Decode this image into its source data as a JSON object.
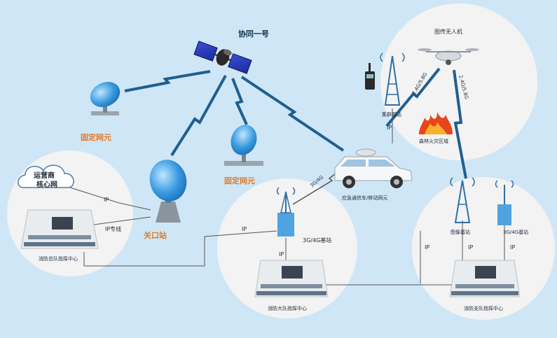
{
  "labels": {
    "satellite": "协同一号",
    "fixed_node_left": "固定网元",
    "fixed_node_mid": "固定网元",
    "gateway_station": "关口站",
    "cloud_line1": "运营商",
    "cloud_line2": "核心网",
    "ip_cloud": "IP",
    "ip_dedicated": "IP专线",
    "hq_center": "消防总队指挥中心",
    "drone": "图传无人机",
    "cluster_station": "集群基站",
    "band_drone_left": "2.4G/5.8G",
    "band_drone_right": "2.4G/5.8G",
    "ip_cluster": "IP",
    "fire_area": "森林火灾区域",
    "vehicle": "应急通信车/移动网元",
    "band_3g4g_link": "3G/4G",
    "ip_mid_link": "IP",
    "brigade_station": "3G/4G基站",
    "ip_brigade": "IP",
    "brigade_center": "消防大队指挥中心",
    "image_station": "图像基站",
    "squad_station": "3G/4G基站",
    "ip_right_a": "IP",
    "ip_right_b": "IP",
    "ip_right_c": "IP",
    "squad_center": "消防支队指挥中心"
  },
  "colors": {
    "background": "#cfe6f6",
    "circle_fill": "#f3f3f3",
    "link_blue": "#1f5f8f",
    "dish_blue": "#2f8fd8",
    "label_orange": "#e07a2a"
  },
  "icons": [
    "satellite-icon",
    "dish-antenna-icon",
    "cloud-icon",
    "command-center-icon",
    "drone-icon",
    "tower-icon",
    "walkie-talkie-icon",
    "fire-icon",
    "vehicle-icon",
    "building-station-icon"
  ]
}
